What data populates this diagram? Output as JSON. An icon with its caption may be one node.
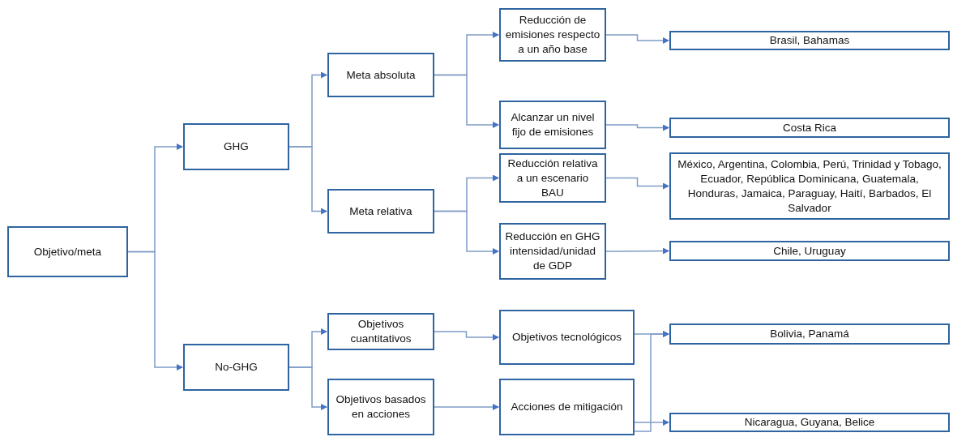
{
  "diagram": {
    "nodes": [
      {
        "text": [
          "Objetivo/meta"
        ]
      },
      {
        "text": [
          "GHG"
        ]
      },
      {
        "text": [
          "No-GHG"
        ]
      },
      {
        "text": [
          "Meta absoluta"
        ]
      },
      {
        "text": [
          "Meta relativa"
        ]
      },
      {
        "text": [
          "Objetivos cuantitativos"
        ]
      },
      {
        "text": [
          "Objetivos basados en acciones"
        ]
      },
      {
        "text": [
          "Reducción de emisiones respecto a un año base"
        ]
      },
      {
        "text": [
          "Alcanzar un nivel fijo de emisiones"
        ]
      },
      {
        "text": [
          "Reducción relativa a un escenario BAU"
        ]
      },
      {
        "text": [
          "Reducción en GHG intensidad/unidad de GDP"
        ]
      },
      {
        "text": [
          "Objetivos tecnológicos"
        ]
      },
      {
        "text": [
          "Acciones de mitigación"
        ]
      },
      {
        "text": [
          "Brasil, Bahamas"
        ]
      },
      {
        "text": [
          "Costa Rica"
        ]
      },
      {
        "text": [
          "México, Argentina, Colombia, Perú, Trinidad y Tobago, Ecuador, República Dominicana, Guatemala, Honduras, Jamaica, Paraguay, Haití, Barbados, El Salvador"
        ]
      },
      {
        "text": [
          "Chile, Uruguay"
        ]
      },
      {
        "text": [
          "Bolivia, Panamá"
        ]
      },
      {
        "text": [
          "Nicaragua, Guyana, Belice"
        ]
      }
    ],
    "edges": [
      {
        "from": 0,
        "to": 1,
        "arrow": "to"
      },
      {
        "from": 0,
        "to": 2,
        "arrow": "to"
      },
      {
        "from": 1,
        "to": 3,
        "arrow": "to"
      },
      {
        "from": 1,
        "to": 4,
        "arrow": "to"
      },
      {
        "from": 2,
        "to": 5,
        "arrow": "to"
      },
      {
        "from": 2,
        "to": 6,
        "arrow": "to"
      },
      {
        "from": 3,
        "to": 7,
        "arrow": "to"
      },
      {
        "from": 3,
        "to": 8,
        "arrow": "to"
      },
      {
        "from": 4,
        "to": 9,
        "arrow": "to"
      },
      {
        "from": 4,
        "to": 10,
        "arrow": "to"
      },
      {
        "from": 5,
        "to": 11,
        "arrow": "to"
      },
      {
        "from": 6,
        "to": 12,
        "arrow": "to"
      },
      {
        "from": 7,
        "to": 13,
        "arrow": "to"
      },
      {
        "from": 8,
        "to": 14,
        "arrow": "to"
      },
      {
        "from": 9,
        "to": 15,
        "arrow": "to"
      },
      {
        "from": 10,
        "to": 16,
        "arrow": "to"
      },
      {
        "from": 11,
        "to": 17,
        "arrow": "to"
      },
      {
        "from": 12,
        "to": 17,
        "arrow": "to"
      },
      {
        "from": 12,
        "to": 18,
        "arrow": "to"
      }
    ]
  }
}
